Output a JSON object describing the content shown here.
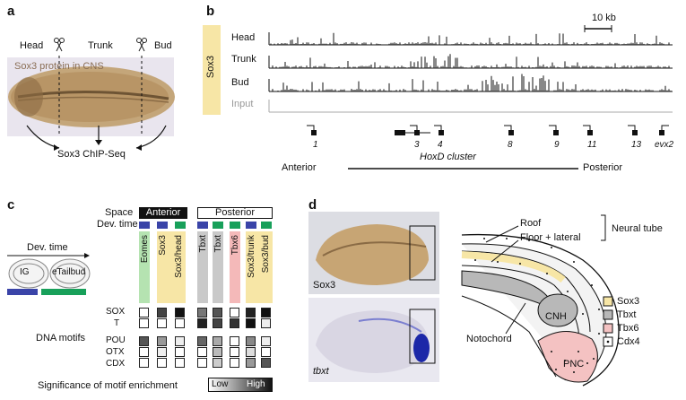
{
  "colors": {
    "sox3": "#f7e6a6",
    "tbxt": "#c9c9c9",
    "tbx6": "#f4b9b9",
    "eomes": "#b5e3b1",
    "blue": "#3a44a8",
    "green": "#18a05a"
  },
  "panel_a": {
    "letter": "a",
    "head": "Head",
    "trunk": "Trunk",
    "bud": "Bud",
    "protein": "Sox3 protein in CNS",
    "chipseq": "Sox3 ChIP-Seq"
  },
  "panel_b": {
    "letter": "b",
    "sox3": "Sox3",
    "scale": "10 kb",
    "tracks": [
      "Head",
      "Trunk",
      "Bud",
      "Input"
    ],
    "genes": [
      "1",
      "3",
      "4",
      "8",
      "9",
      "11",
      "13",
      "evx2"
    ],
    "cluster": "HoxD cluster",
    "anterior": "Anterior",
    "posterior": "Posterior"
  },
  "panel_c": {
    "letter": "c",
    "space": "Space",
    "devtime": "Dev. time",
    "anterior": "Anterior",
    "posterior": "Posterior",
    "devtime_arrow": "Dev. time",
    "ig": "IG",
    "etailbud": "eTailbud",
    "columns": [
      "Eomes",
      "Sox3",
      "Sox3/head",
      "Tbxt",
      "Tbxt",
      "Tbx6",
      "Sox3/trunk",
      "Sox3/bud"
    ],
    "dna_motifs": "DNA motifs",
    "motifs": [
      "SOX",
      "T",
      "POU",
      "OTX",
      "CDX"
    ],
    "significance": "Significance of motif enrichment",
    "low": "Low",
    "high": "High"
  },
  "panel_d": {
    "letter": "d",
    "sox3_label": "Sox3",
    "tbxt_label": "tbxt",
    "roof": "Roof",
    "floor": "Floor + lateral",
    "neural_tube": "Neural tube",
    "notochord": "Notochord",
    "cnh": "CNH",
    "pnc": "PNC",
    "legend": [
      "Sox3",
      "Tbxt",
      "Tbx6",
      "Cdx4"
    ]
  }
}
